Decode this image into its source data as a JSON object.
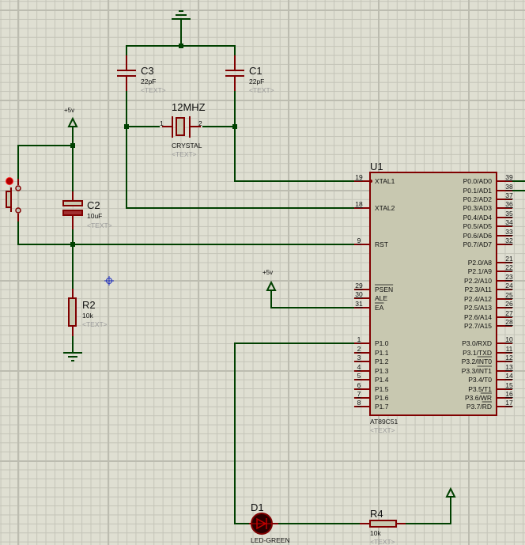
{
  "components": {
    "c1": {
      "ref": "C1",
      "value": "22pF",
      "text": "<TEXT>"
    },
    "c2": {
      "ref": "C2",
      "value": "10uF",
      "text": "<TEXT>"
    },
    "c3": {
      "ref": "C3",
      "value": "22pF",
      "text": "<TEXT>"
    },
    "crystal": {
      "ref": "12MHZ",
      "value": "CRYSTAL",
      "text": "<TEXT>",
      "pin1": "1",
      "pin2": "2"
    },
    "r2": {
      "ref": "R2",
      "value": "10k",
      "text": "<TEXT>"
    },
    "r4": {
      "ref": "R4",
      "value": "10k",
      "text": "<TEXT>"
    },
    "d1": {
      "ref": "D1",
      "value": "LED-GREEN"
    },
    "u1": {
      "ref": "U1",
      "value": "AT89C51",
      "text": "<TEXT>"
    }
  },
  "power": {
    "vcc1": "+5v",
    "vcc2": "+5v"
  },
  "u1_left_pins": [
    {
      "num": "19",
      "label": "XTAL1"
    },
    {
      "num": "18",
      "label": "XTAL2"
    },
    {
      "num": "9",
      "label": "RST"
    },
    {
      "num": "29",
      "label": "PSEN"
    },
    {
      "num": "30",
      "label": "ALE"
    },
    {
      "num": "31",
      "label": "EA"
    },
    {
      "num": "1",
      "label": "P1.0"
    },
    {
      "num": "2",
      "label": "P1.1"
    },
    {
      "num": "3",
      "label": "P1.2"
    },
    {
      "num": "4",
      "label": "P1.3"
    },
    {
      "num": "5",
      "label": "P1.4"
    },
    {
      "num": "6",
      "label": "P1.5"
    },
    {
      "num": "7",
      "label": "P1.6"
    },
    {
      "num": "8",
      "label": "P1.7"
    }
  ],
  "u1_right_pins": [
    {
      "num": "39",
      "label": "P0.0/AD0"
    },
    {
      "num": "38",
      "label": "P0.1/AD1"
    },
    {
      "num": "37",
      "label": "P0.2/AD2"
    },
    {
      "num": "36",
      "label": "P0.3/AD3"
    },
    {
      "num": "35",
      "label": "P0.4/AD4"
    },
    {
      "num": "34",
      "label": "P0.5/AD5"
    },
    {
      "num": "33",
      "label": "P0.6/AD6"
    },
    {
      "num": "32",
      "label": "P0.7/AD7"
    },
    {
      "num": "21",
      "label": "P2.0/A8"
    },
    {
      "num": "22",
      "label": "P2.1/A9"
    },
    {
      "num": "23",
      "label": "P2.2/A10"
    },
    {
      "num": "24",
      "label": "P2.3/A11"
    },
    {
      "num": "25",
      "label": "P2.4/A12"
    },
    {
      "num": "26",
      "label": "P2.5/A13"
    },
    {
      "num": "27",
      "label": "P2.6/A14"
    },
    {
      "num": "28",
      "label": "P2.7/A15"
    },
    {
      "num": "10",
      "label": "P3.0/RXD"
    },
    {
      "num": "11",
      "label": "P3.1/TXD"
    },
    {
      "num": "12",
      "label": "P3.2/INT0"
    },
    {
      "num": "13",
      "label": "P3.3/INT1"
    },
    {
      "num": "14",
      "label": "P3.4/T0"
    },
    {
      "num": "15",
      "label": "P3.5/T1"
    },
    {
      "num": "16",
      "label": "P3.6/WR"
    },
    {
      "num": "17",
      "label": "P3.7/RD"
    }
  ],
  "colors": {
    "wire": "#004000",
    "component": "#800000",
    "body_fill": "#c8c8b0",
    "grid_bg": "#dfdfd2"
  }
}
